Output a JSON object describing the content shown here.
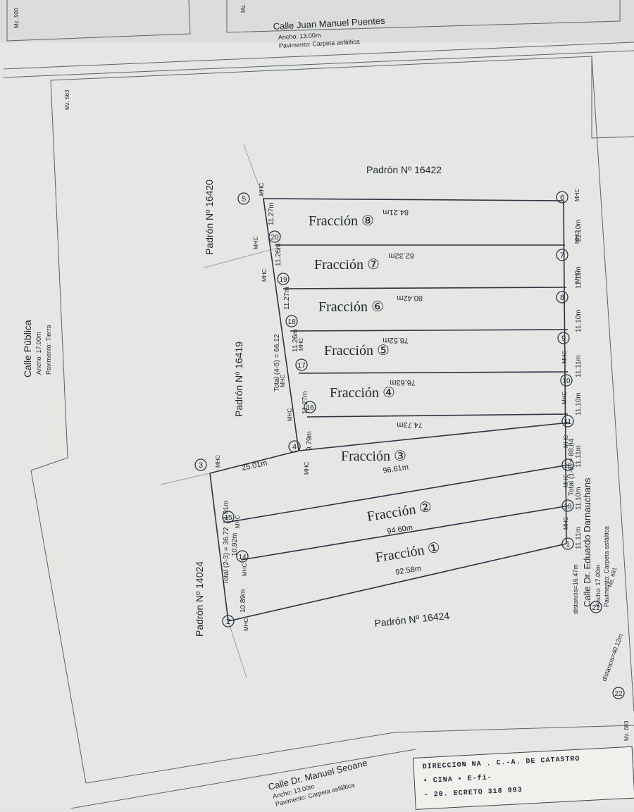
{
  "streets": {
    "north": {
      "name": "Calle Juan Manuel Puentes",
      "width": "Ancho: 13.00m",
      "pavement": "Pavimento: Carpeta asfáltica"
    },
    "west": {
      "name": "Calle Pública",
      "width": "Ancho: 17.00m",
      "pavement": "Pavimento: Tierra"
    },
    "east": {
      "name": "Calle Dr. Eduardo Darnauchans",
      "width": "Ancho: 17.00m",
      "pavement": "Pavimento: Carpeta asfáltica"
    },
    "south": {
      "name": "Calle Dr. Manuel Seoane",
      "width": "Ancho: 13.00m",
      "pavement": "Pavimento: Carpeta asfáltica"
    }
  },
  "blocks": {
    "mz_top": "Mz. 500",
    "mz_top_right": "Mz.",
    "mz_main": "Mz. 563",
    "mz_bottom_right": "Mz. 681",
    "mz_bottom_edge": "Mz. 603"
  },
  "padrones": {
    "p16420": "Padrón Nº 16420",
    "p16419": "Padrón Nº 16419",
    "p16422": "Padrón Nº 16422",
    "p14024": "Padrón Nº 14024",
    "p16424": "Padrón Nº 16424"
  },
  "fractions": [
    {
      "label": "Fracción ①",
      "length": "92.58m"
    },
    {
      "label": "Fracción ②",
      "length": "94.60m"
    },
    {
      "label": "Fracción ③",
      "length": "96.61m"
    },
    {
      "label": "Fracción ④",
      "length": "74.73m"
    },
    {
      "label": "Fracción ⑤",
      "length": "76.63m"
    },
    {
      "label": "Fracción ⑥",
      "length": "78.52m"
    },
    {
      "label": "Fracción ⑦",
      "length": "80.42m"
    },
    {
      "label": "Fracción ⑧",
      "length": "82.32m"
    }
  ],
  "extra_length": "84.21m",
  "dimensions": {
    "total_2_3": "Total (2-3) = 36.72",
    "total_4_5": "Total (4-5) = 66.12",
    "total_1_6": "Total (1-6) = 88.84",
    "seg_2_14": "10.89m",
    "seg_14_15": "10.92m",
    "seg_15_3": "14.91m",
    "seg_3_4": "25.01m",
    "seg_4_16": "9.79m",
    "seg_16_17": "11.27m",
    "seg_17_18": "11.26m",
    "seg_18_19": "11.27m",
    "seg_19_20": "11.26m",
    "seg_20_5": "11.27m",
    "seg_1_13": "11.11m",
    "seg_13_12": "11.10m",
    "seg_12_11": "11.11m",
    "seg_11_10": "11.10m",
    "seg_10_9": "11.11m",
    "seg_9_8": "11.10m",
    "seg_8_7": "11.11m",
    "seg_7_6": "11.10m",
    "dist_21": "distancia=16.47m",
    "dist_22": "distancia=40.12m"
  },
  "marker": "MHC",
  "points": [
    "1",
    "2",
    "3",
    "4",
    "5",
    "6",
    "7",
    "8",
    "9",
    "10",
    "11",
    "12",
    "13",
    "14",
    "15",
    "16",
    "17",
    "18",
    "19",
    "20",
    "21",
    "22"
  ],
  "stamp": {
    "line1": "DIRECCION NA . C.-A. DE CATASTRO",
    "line2": "• CINA • E-fi-",
    "line3": "- 20. ECRETO 318 993"
  }
}
